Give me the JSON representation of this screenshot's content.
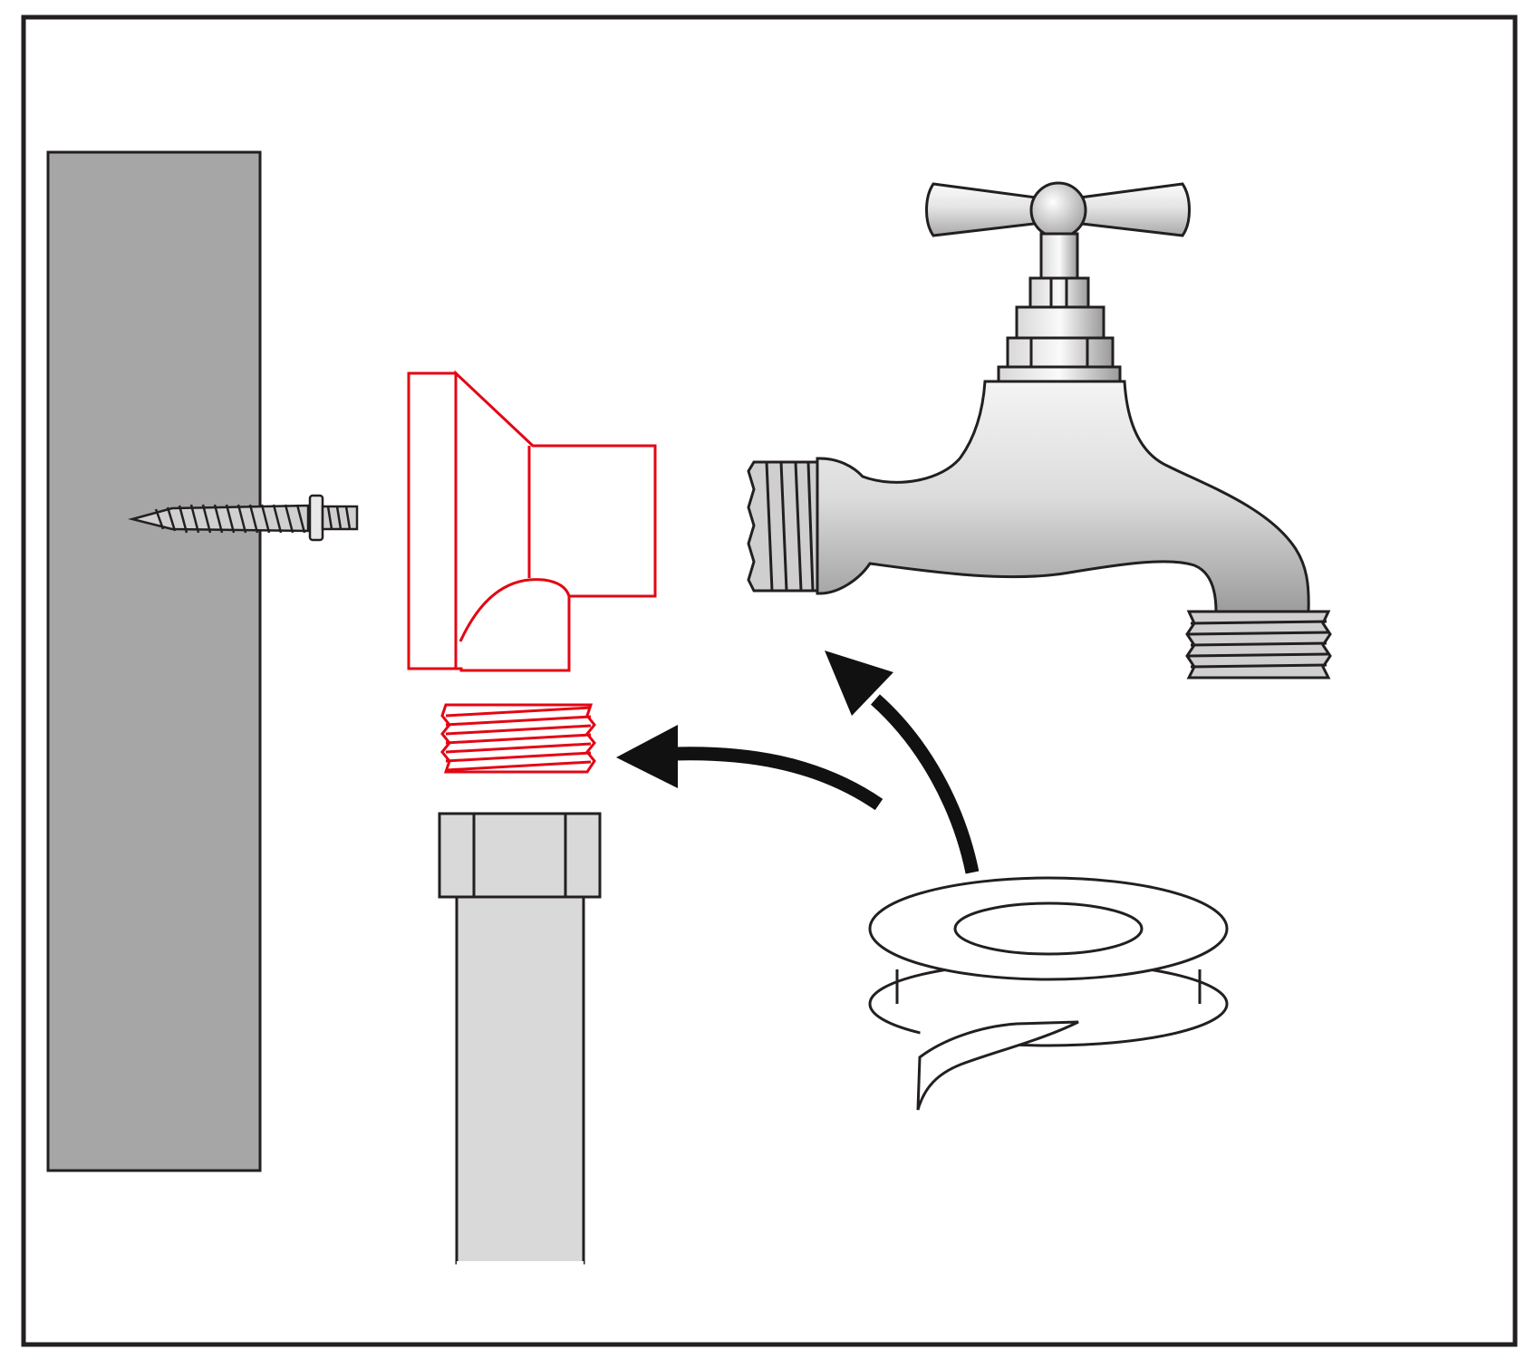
{
  "diagram": {
    "text": [],
    "colors": {
      "frame": "#231f20",
      "wall": "#a7a6a7",
      "pipe": "#d9d9d9",
      "bracket": "#e30613",
      "metal_light": "#f2f2f2",
      "metal_dark": "#8c8c8c",
      "arrow": "#111111",
      "background": "#ffffff"
    },
    "parts": [
      {
        "name": "wall",
        "icon": "wall-panel"
      },
      {
        "name": "screw",
        "icon": "screw-icon"
      },
      {
        "name": "wall-bracket",
        "icon": "t-bracket-icon",
        "highlighted": true
      },
      {
        "name": "tap",
        "icon": "faucet-icon"
      },
      {
        "name": "pipe-nut",
        "icon": "pipe-nut-icon"
      },
      {
        "name": "pipe",
        "icon": "pipe-icon"
      },
      {
        "name": "ptfe-tape",
        "icon": "tape-roll-icon"
      }
    ],
    "steps": [
      {
        "from": "ptfe-tape",
        "to": "wall-bracket",
        "icon": "curved-arrow-icon"
      },
      {
        "from": "ptfe-tape",
        "to": "tap",
        "icon": "curved-arrow-icon"
      }
    ]
  }
}
